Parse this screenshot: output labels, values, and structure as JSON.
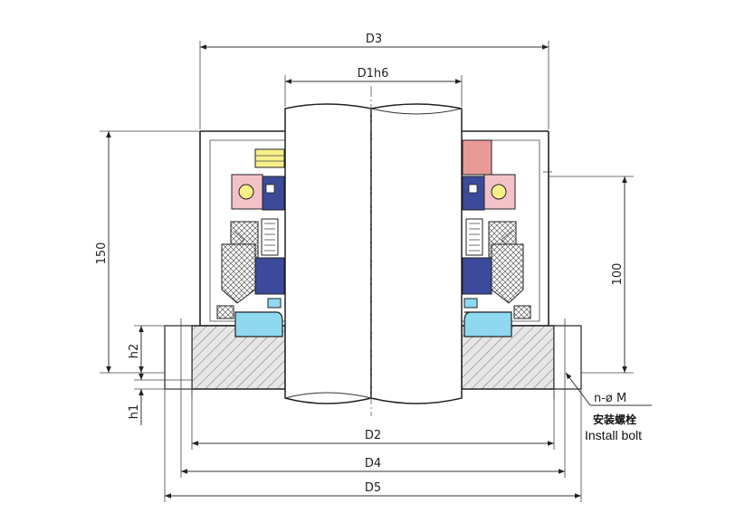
{
  "dimensions": {
    "d3": "D3",
    "d1": "D1h6",
    "d2": "D2",
    "d4": "D4",
    "d5": "D5",
    "h150": "150",
    "h100": "100",
    "h2": "h2",
    "h1": "h1"
  },
  "callout": {
    "bolt_spec": "n-ø M",
    "label_cn": "安装螺栓",
    "label_en": "Install bolt"
  },
  "colors": {
    "yellow_ring": "#f7f08a",
    "pink_block": "#f2c2c8",
    "salmon_block": "#e99a98",
    "navy_rubber": "#3b4a9a",
    "cyan_seat": "#8ed9ef",
    "hatch_gray": "#d9d9d9",
    "outline": "#222222"
  }
}
